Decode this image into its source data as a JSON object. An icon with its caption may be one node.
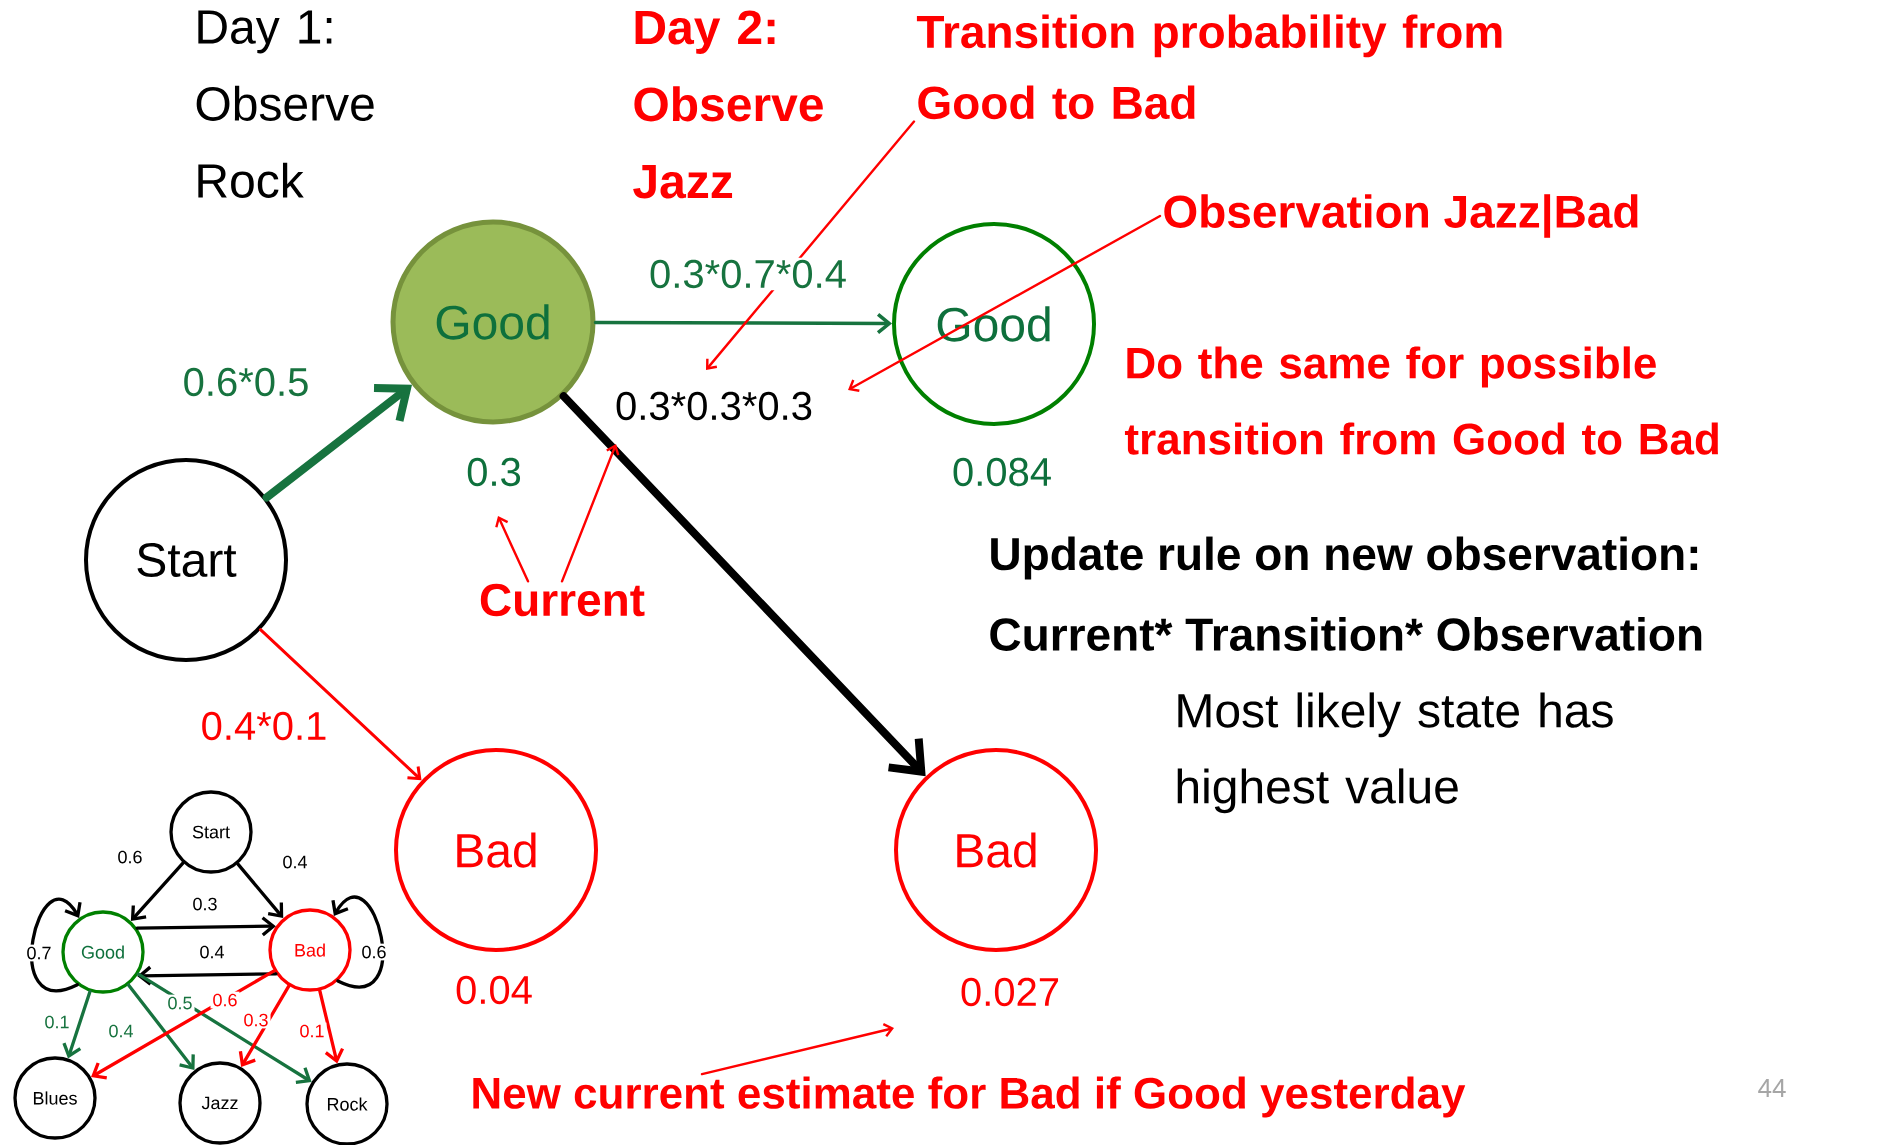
{
  "diagram": {
    "nodes": [
      {
        "text": [
          "Start"
        ]
      },
      {
        "text": [
          "Good"
        ],
        "beside": [
          "0.3"
        ]
      },
      {
        "text": [
          "Good"
        ],
        "beside": [
          "0.084"
        ]
      },
      {
        "text": [
          "Bad"
        ],
        "beside": [
          "0.04"
        ]
      },
      {
        "text": [
          "Bad"
        ],
        "beside": [
          "0.027"
        ]
      },
      {
        "text": [
          "Transition probability from Good to Bad"
        ]
      },
      {
        "text": [
          "Observation Jazz|Bad"
        ]
      },
      {
        "text": [
          "Current"
        ]
      },
      {
        "text": [
          "New current estimate for Bad if Good yesterday"
        ]
      },
      {
        "text": [
          "Start"
        ]
      },
      {
        "text": [
          "Good"
        ]
      },
      {
        "text": [
          "Bad"
        ]
      },
      {
        "text": [
          "Blues"
        ]
      },
      {
        "text": [
          "Jazz"
        ]
      },
      {
        "text": [
          "Rock"
        ]
      }
    ],
    "edges": [
      {
        "from": 0,
        "to": 1,
        "arrow": "to",
        "label": "0.6*0.5",
        "style": "thick",
        "color": "#17733f"
      },
      {
        "from": 0,
        "to": 3,
        "arrow": "to",
        "label": "0.4*0.1",
        "color": "#ff0000"
      },
      {
        "from": 1,
        "to": 2,
        "arrow": "to",
        "label": "0.3*0.7*0.4",
        "color": "#17733f"
      },
      {
        "from": 1,
        "to": 4,
        "arrow": "to",
        "label": "0.3*0.3*0.3",
        "style": "thick",
        "color": "#000000"
      },
      {
        "from": 5,
        "to": null,
        "arrow": "to",
        "color": "#ff0000"
      },
      {
        "from": 6,
        "to": null,
        "arrow": "to",
        "color": "#ff0000"
      },
      {
        "from": 7,
        "to": null,
        "arrow": "to",
        "color": "#ff0000"
      },
      {
        "from": 7,
        "to": null,
        "arrow": "to",
        "color": "#ff0000"
      },
      {
        "from": 8,
        "to": null,
        "arrow": "to",
        "color": "#ff0000"
      },
      {
        "from": 9,
        "to": 10,
        "arrow": "to",
        "label": "0.6",
        "color": "#000000"
      },
      {
        "from": 9,
        "to": 11,
        "arrow": "to",
        "label": "0.4",
        "color": "#000000"
      },
      {
        "from": 10,
        "to": 10,
        "arrow": "to",
        "label": "0.7",
        "color": "#000000"
      },
      {
        "from": 10,
        "to": 11,
        "arrow": "to",
        "label": "0.3",
        "color": "#000000"
      },
      {
        "from": 11,
        "to": 10,
        "arrow": "to",
        "label": "0.4",
        "color": "#000000"
      },
      {
        "from": 11,
        "to": 11,
        "arrow": "to",
        "label": "0.6",
        "color": "#000000"
      },
      {
        "from": 10,
        "to": 12,
        "arrow": "to",
        "label": "0.1",
        "color": "#17733f"
      },
      {
        "from": 10,
        "to": 13,
        "arrow": "to",
        "label": "0.4",
        "color": "#17733f"
      },
      {
        "from": 10,
        "to": 14,
        "arrow": "to",
        "label": "0.5",
        "color": "#17733f"
      },
      {
        "from": 11,
        "to": 12,
        "arrow": "to",
        "label": "0.6",
        "color": "#ff0000"
      },
      {
        "from": 11,
        "to": 13,
        "arrow": "to",
        "label": "0.3",
        "color": "#ff0000"
      },
      {
        "from": 11,
        "to": 14,
        "arrow": "to",
        "label": "0.1",
        "color": "#ff0000"
      }
    ],
    "labels": [
      "Day 1: Observe Rock",
      "Day 2: Observe Jazz",
      "Do the same for possible transition from Good to Bad",
      "Update rule on new observation:",
      "Current* Transition* Observation",
      "Most likely state has highest value",
      "44"
    ]
  }
}
